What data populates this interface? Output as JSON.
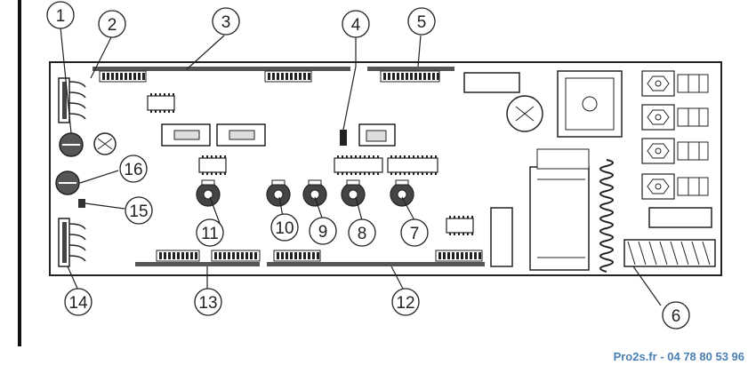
{
  "callouts": [
    {
      "id": "c1",
      "label": "1"
    },
    {
      "id": "c2",
      "label": "2"
    },
    {
      "id": "c3",
      "label": "3"
    },
    {
      "id": "c4",
      "label": "4"
    },
    {
      "id": "c5",
      "label": "5"
    },
    {
      "id": "c6",
      "label": "6"
    },
    {
      "id": "c7",
      "label": "7"
    },
    {
      "id": "c8",
      "label": "8"
    },
    {
      "id": "c9",
      "label": "9"
    },
    {
      "id": "c10",
      "label": "10"
    },
    {
      "id": "c11",
      "label": "11"
    },
    {
      "id": "c12",
      "label": "12"
    },
    {
      "id": "c13",
      "label": "13"
    },
    {
      "id": "c14",
      "label": "14"
    },
    {
      "id": "c15",
      "label": "15"
    },
    {
      "id": "c16",
      "label": "16"
    }
  ],
  "watermark": "Pro2s.fr - 04 78 80 53 96",
  "colors": {
    "line": "#222222",
    "watermark": "#4a7fb5",
    "chip": "#333333"
  }
}
